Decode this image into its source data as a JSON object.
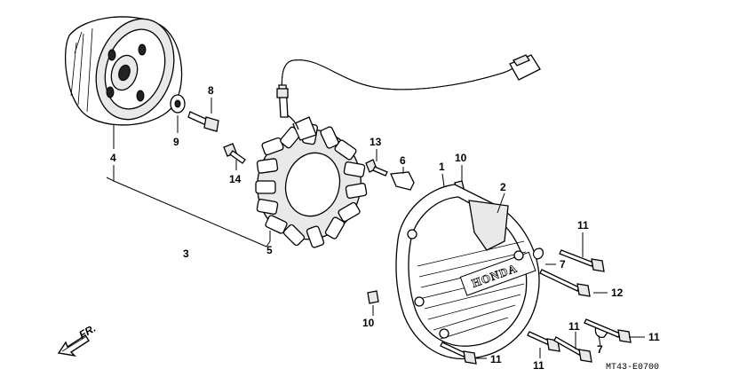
{
  "callouts": {
    "c1": "1",
    "c2": "2",
    "c3": "3",
    "c4": "4",
    "c5": "5",
    "c6": "6",
    "c7a": "7",
    "c7b": "7",
    "c8": "8",
    "c9": "9",
    "c10a": "10",
    "c10b": "10",
    "c11a": "11",
    "c11b": "11",
    "c11c": "11",
    "c11d": "11",
    "c11e": "11",
    "c12": "12",
    "c13": "13",
    "c14": "14"
  },
  "direction_label": "FR.",
  "cover_brand": "HONDA",
  "diagram_code": "MT43-E0700"
}
